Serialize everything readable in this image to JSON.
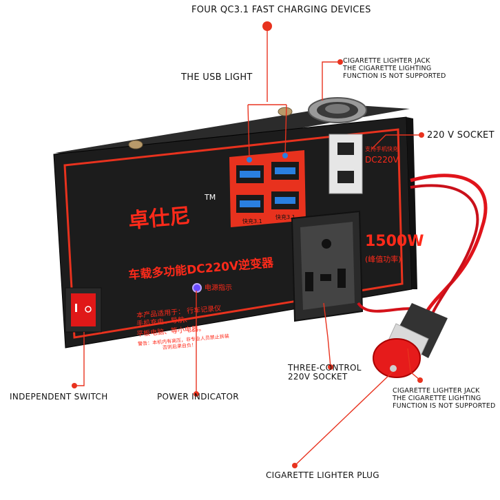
{
  "callouts": {
    "qc_devices": "FOUR QC3.1 FAST CHARGING DEVICES",
    "usb_light": "THE USB LIGHT",
    "lighter_jack_top": [
      "CIGARETTE LIGHTER JACK",
      "THE CIGARETTE LIGHTING",
      "FUNCTION IS NOT SUPPORTED"
    ],
    "socket_220v": "220 V SOCKET",
    "three_control": [
      "THREE-CONTROL",
      "220V SOCKET"
    ],
    "lighter_jack_bottom": [
      "CIGARETTE LIGHTER JACK",
      "THE CIGARETTE LIGHTING",
      "FUNCTION IS NOT SUPPORTED"
    ],
    "independent_switch": "INDEPENDENT SWITCH",
    "power_indicator": "POWER INDICATOR",
    "lighter_plug": "CIGARETTE LIGHTER PLUG"
  },
  "device": {
    "brand": "卓仕尼",
    "trademark": "TM",
    "model_title": "车载多功能DC220V逆变器",
    "power_rating": "1500W",
    "power_note": "(峰值功率)",
    "usb_label_left": "快充3.1",
    "usb_label_right": "快充3.1",
    "socket_note": "支持手机快充",
    "socket_voltage": "DC220V",
    "indicator_label": "电源指示",
    "usage_lines": [
      "本产品适用于：     行车记录仪",
      "手机充电、导航、",
      "平板电脑、等小电器。"
    ],
    "warning_lines": [
      "警告：本机内有高压，非专业人员禁止拆装",
      "否则后果自负！"
    ]
  },
  "colors": {
    "accent": "#e8321e",
    "body": "#1c1c1c",
    "usb_blue": "#2a7fe0",
    "cable": "#e0141b"
  }
}
